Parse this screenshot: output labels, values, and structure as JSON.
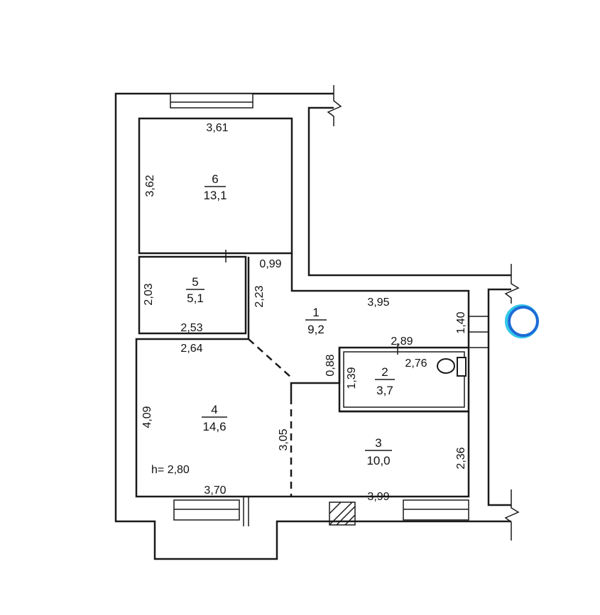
{
  "rooms": [
    {
      "number": "6",
      "area": "13,1"
    },
    {
      "number": "5",
      "area": "5,1"
    },
    {
      "number": "1",
      "area": "9,2"
    },
    {
      "number": "2",
      "area": "3,7"
    },
    {
      "number": "4",
      "area": "14,6"
    },
    {
      "number": "3",
      "area": "10,0"
    }
  ],
  "dimensions": {
    "r6_width": "3,61",
    "r6_height": "3,62",
    "r1_door_width": "0,99",
    "r5_height": "2,03",
    "r5_width": "2,53",
    "r1_left_height": "2,23",
    "r1_width": "3,95",
    "r1_right_height": "1,40",
    "r2_width_top": "2,89",
    "r2_width_inner": "2,76",
    "r1_gap": "0,88",
    "r2_height": "1,39",
    "r4_width_top": "2,64",
    "r4_height": "4,09",
    "r4_r3_divider": "3,05",
    "r3_height": "2,36",
    "r4_width_bottom": "3,70",
    "r3_width": "3,99"
  },
  "ceiling_height": "h= 2,80",
  "colors": {
    "line": "#1a1a1a",
    "marker": "#1e6bd6",
    "marker_glow": "#33c8e8"
  },
  "icons": {
    "marker": "ring-marker-icon",
    "toilet": "toilet-icon"
  }
}
